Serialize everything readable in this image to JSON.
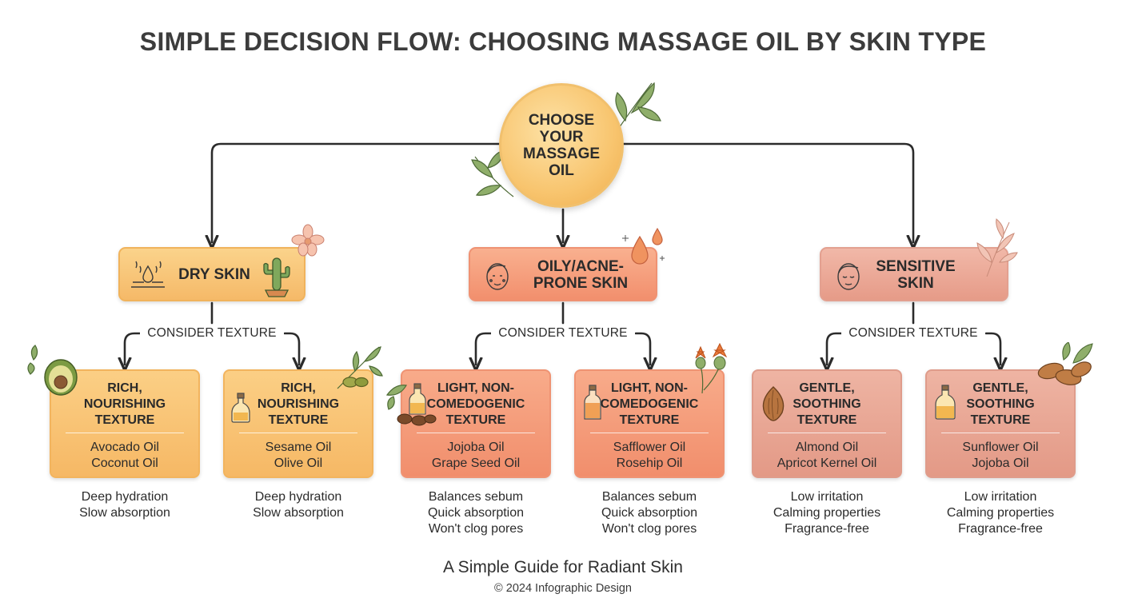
{
  "title": "SIMPLE DECISION FLOW: CHOOSING MASSAGE OIL BY SKIN TYPE",
  "root": {
    "label": "CHOOSE\nYOUR\nMASSAGE\nOIL"
  },
  "skin_types": [
    {
      "label": "DRY SKIN",
      "icon": "dry-skin-droplet-icon",
      "consider": "CONSIDER TEXTURE"
    },
    {
      "label": "OILY/ACNE-\nPRONE SKIN",
      "icon": "face-icon",
      "consider": "CONSIDER TEXTURE"
    },
    {
      "label": "SENSITIVE\nSKIN",
      "icon": "calm-face-icon",
      "consider": "CONSIDER TEXTURE"
    }
  ],
  "cards": [
    {
      "title": "RICH,\nNOURISHING\nTEXTURE",
      "oils": [
        "Avocado Oil",
        "Coconut Oil"
      ],
      "benefits": [
        "Deep hydration",
        "Slow absorption"
      ],
      "icon": "avocado-icon"
    },
    {
      "title": "RICH,\nNOURISHING\nTEXTURE",
      "oils": [
        "Sesame Oil",
        "Olive Oil"
      ],
      "benefits": [
        "Deep hydration",
        "Slow absorption"
      ],
      "icon": "oil-bottle-icon"
    },
    {
      "title": "LIGHT, NON-\nCOMEDOGENIC\nTEXTURE",
      "oils": [
        "Jojoba Oil",
        "Grape Seed Oil"
      ],
      "benefits": [
        "Balances sebum",
        "Quick absorption",
        "Won't clog pores"
      ],
      "icon": "jojoba-bottle-icon"
    },
    {
      "title": "LIGHT, NON-\nCOMEDOGENIC\nTEXTURE",
      "oils": [
        "Safflower Oil",
        "Rosehip Oil"
      ],
      "benefits": [
        "Balances sebum",
        "Quick absorption",
        "Won't clog pores"
      ],
      "icon": "oil-bottle-icon"
    },
    {
      "title": "GENTLE,\nSOOTHING\nTEXTURE",
      "oils": [
        "Almond Oil",
        "Apricot Kernel Oil"
      ],
      "benefits": [
        "Low irritation",
        "Calming properties",
        "Fragrance-free"
      ],
      "icon": "almond-icon"
    },
    {
      "title": "GENTLE,\nSOOTHING\nTEXTURE",
      "oils": [
        "Sunflower Oil",
        "Jojoba Oil"
      ],
      "benefits": [
        "Low irritation",
        "Calming properties",
        "Fragrance-free"
      ],
      "icon": "oil-bottle-icon"
    }
  ],
  "footer": {
    "tagline": "A Simple Guide for Radiant Skin",
    "copyright": "© 2024 Infographic Design"
  },
  "colors": {
    "root": "#f8c56f",
    "dry": "#f6b865",
    "oily": "#f18e6c",
    "sensitive": "#e39986",
    "line": "#2b2b2b"
  }
}
